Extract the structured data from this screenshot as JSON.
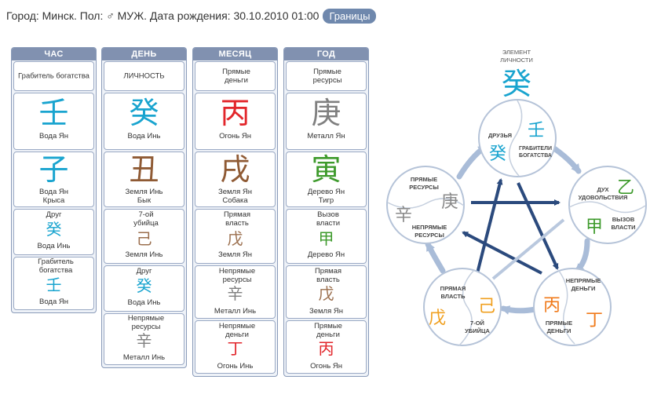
{
  "header": {
    "text": "Город: Минск. Пол: ♂ МУЖ. Дата рождения: 30.10.2010 01:00",
    "badge": "Границы"
  },
  "pillars": [
    {
      "title": "ЧАС",
      "top_label": "Грабитель богатства",
      "stem": {
        "char": "壬",
        "label": "Вода Ян"
      },
      "branch": {
        "char": "子",
        "label": "Вода Ян",
        "animal": "Крыса"
      },
      "hidden": [
        {
          "role": "Друг",
          "char": "癸",
          "label": "Вода Инь"
        },
        {
          "role": "Грабитель богатства",
          "char": "壬",
          "label": "Вода Ян"
        }
      ]
    },
    {
      "title": "ДЕНЬ",
      "top_label": "ЛИЧНОСТЬ",
      "stem": {
        "char": "癸",
        "label": "Вода Инь"
      },
      "branch": {
        "char": "丑",
        "label": "Земля Инь",
        "animal": "Бык"
      },
      "hidden": [
        {
          "role": "7-ой убийца",
          "char": "己",
          "label": "Земля Инь"
        },
        {
          "role": "Друг",
          "char": "癸",
          "label": "Вода Инь"
        },
        {
          "role": "Непрямые ресурсы",
          "char": "辛",
          "label": "Металл Инь"
        }
      ]
    },
    {
      "title": "МЕСЯЦ",
      "top_label": "Прямые деньги",
      "stem": {
        "char": "丙",
        "label": "Огонь Ян"
      },
      "branch": {
        "char": "戌",
        "label": "Земля Ян",
        "animal": "Собака"
      },
      "hidden": [
        {
          "role": "Прямая власть",
          "char": "戊",
          "label": "Земля Ян"
        },
        {
          "role": "Непрямые ресурсы",
          "char": "辛",
          "label": "Металл Инь"
        },
        {
          "role": "Непрямые деньги",
          "char": "丁",
          "label": "Огонь Инь"
        }
      ]
    },
    {
      "title": "ГОД",
      "top_label": "Прямые ресурсы",
      "stem": {
        "char": "庚",
        "label": "Металл Ян"
      },
      "branch": {
        "char": "寅",
        "label": "Дерево Ян",
        "animal": "Тигр"
      },
      "hidden": [
        {
          "role": "Вызов власти",
          "char": "甲",
          "label": "Дерево Ян"
        },
        {
          "role": "Прямая власть",
          "char": "戊",
          "label": "Земля Ян"
        },
        {
          "role": "Прямые деньги",
          "char": "丙",
          "label": "Огонь Ян"
        }
      ]
    }
  ],
  "diagram": {
    "element_title": "ЭЛЕМЕНТ ЛИЧНОСТИ",
    "element_char": "癸",
    "nodes": {
      "water": {
        "label_a": "ДРУЗЬЯ",
        "char_a": "癸",
        "char_b": "壬",
        "label_b": "ГРАБИТЕЛИ БОГАТСТВА"
      },
      "wood": {
        "label_a": "ДУХ УДОВОЛЬСТВИЯ",
        "char_a": "乙",
        "char_b": "甲",
        "label_b": "ВЫЗОВ ВЛАСТИ"
      },
      "fire": {
        "label_a": "НЕПРЯМЫЕ ДЕНЬГИ",
        "char_a": "丙",
        "char_b": "丁",
        "label_b": "ПРЯМЫЕ ДЕНЬГИ"
      },
      "earth": {
        "label_a": "ПРЯМАЯ ВЛАСТЬ",
        "char_a": "戊",
        "char_b": "己",
        "label_b": "7-ОЙ УБИЙЦА"
      },
      "metal": {
        "label_a": "ПРЯМЫЕ РЕСУРСЫ",
        "char_a": "庚",
        "char_b": "辛",
        "label_b": "НЕПРЯМЫЕ РЕСУРСЫ"
      }
    },
    "colors": {
      "water": "#19a4cf",
      "wood": "#3d9a2b",
      "fire": "#f07a1a",
      "earth": "#f0a020",
      "metal": "#8a8a8a",
      "arrow_dark": "#2b4a7d",
      "arrow_light": "#a9bcd8"
    }
  }
}
